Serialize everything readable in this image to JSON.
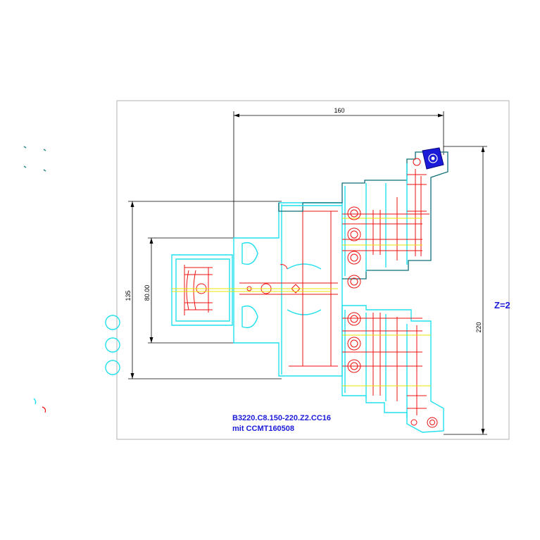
{
  "drawing": {
    "dimensions": {
      "width_top": "160",
      "height_right": "220",
      "height_left": "135",
      "height_inner": "80.00"
    },
    "teeth_label": "Z=2",
    "part_number": "B3220.C8.150-220.Z2.CC16",
    "insert_note": "mit CCMT160508",
    "colors": {
      "outline": "#22e0ee",
      "detail": "#ee1111",
      "centerline": "#e8e400",
      "dark_outline": "#0e6e78",
      "insert": "#1a1ad8",
      "text": "#1a1ad8"
    }
  }
}
